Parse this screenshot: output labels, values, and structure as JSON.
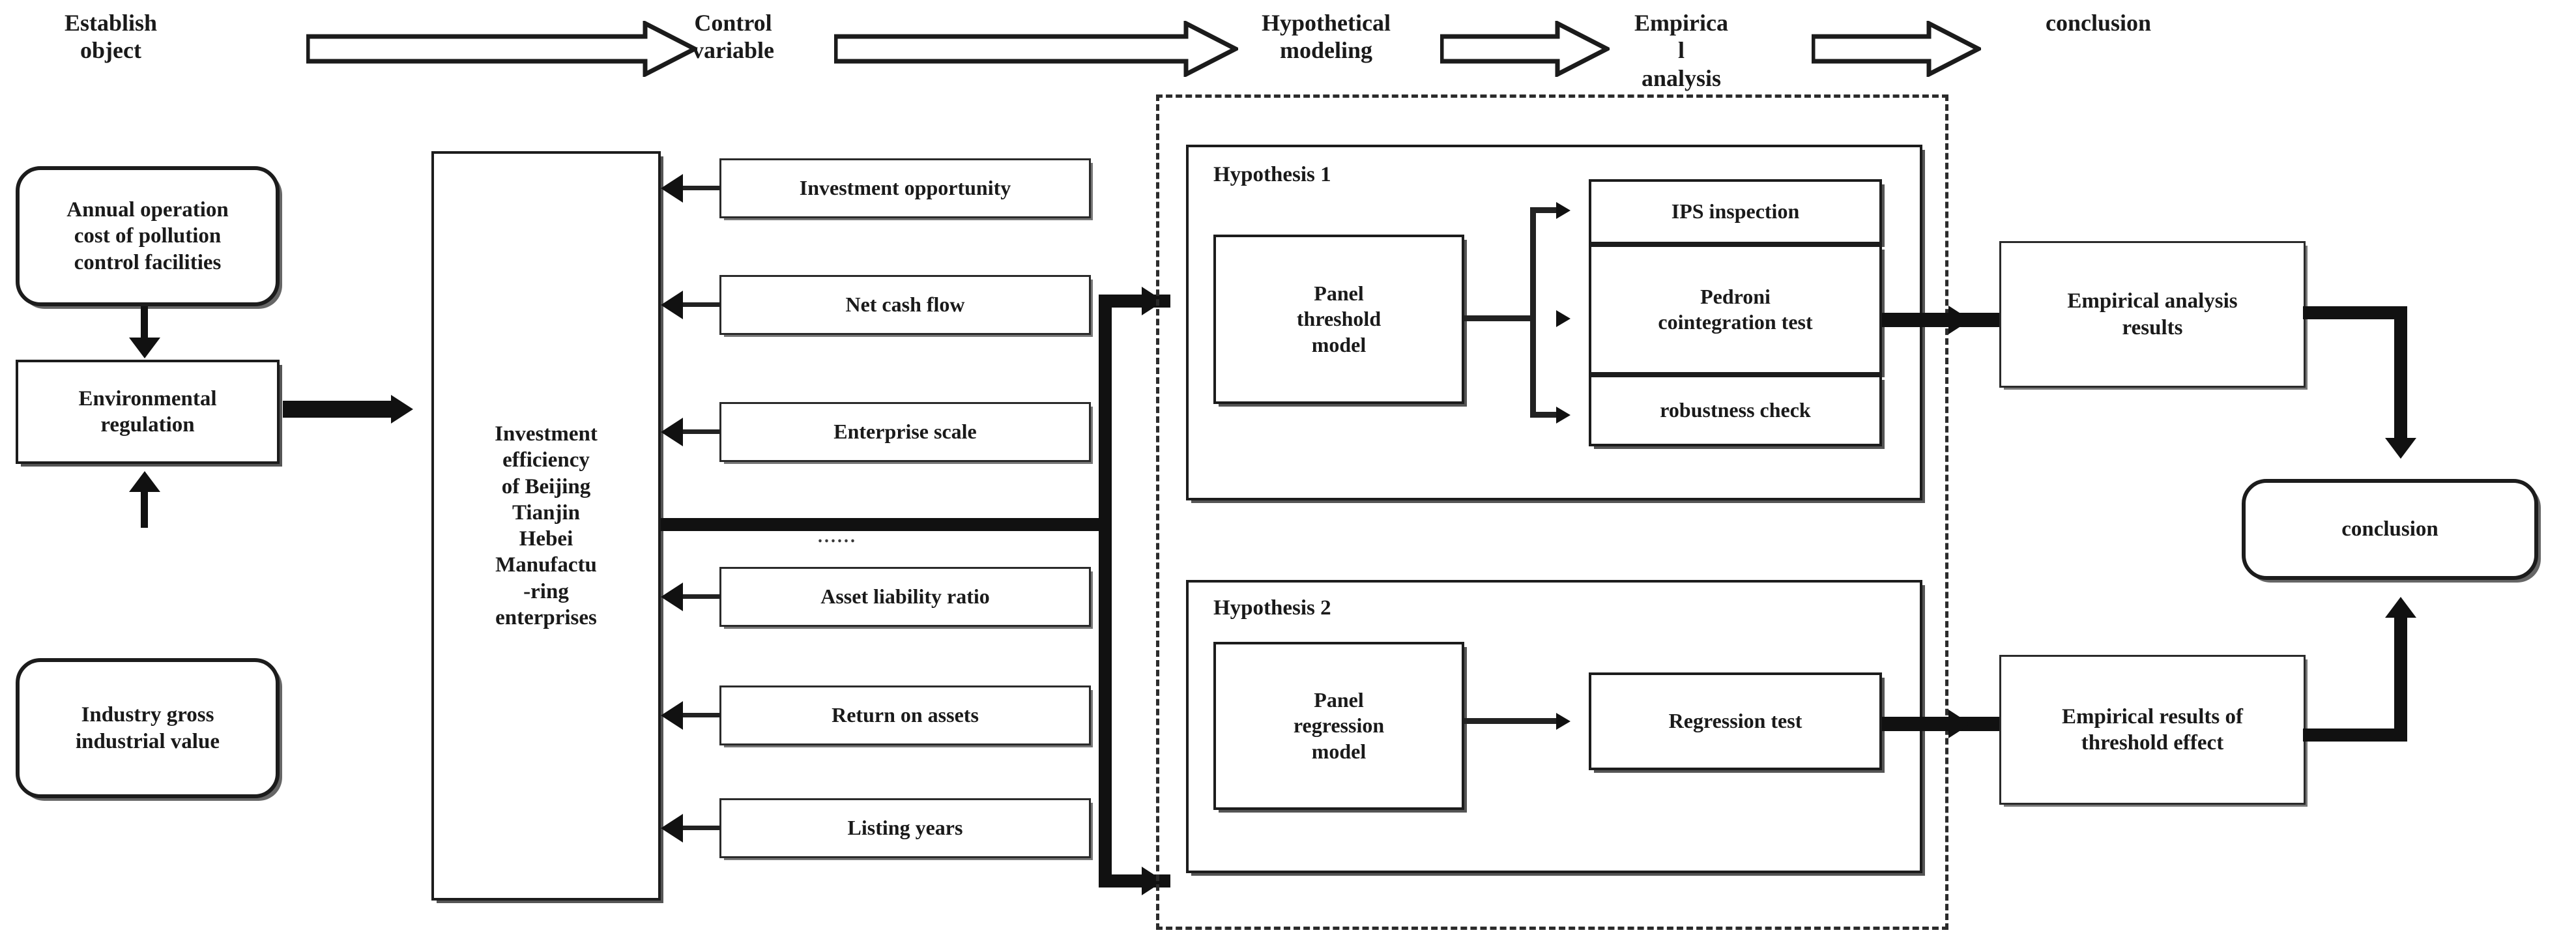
{
  "diagram": {
    "title": "Research framework flowchart",
    "header_steps": [
      {
        "id": "establish-object",
        "label": "Establish\nobject"
      },
      {
        "id": "control-variable",
        "label": "Control\nvariable"
      },
      {
        "id": "hypothetical-modeling",
        "label": "Hypothetical\nmodeling"
      },
      {
        "id": "empirical-analysis",
        "label": "Empirica\nl\nanalysis"
      },
      {
        "id": "conclusion",
        "label": "conclusion"
      }
    ],
    "header_steps_flat": {
      "s0": "Establish object",
      "s0_l1": "Establish",
      "s0_l2": "object",
      "s1_l1": "Control",
      "s1_l2": "variable",
      "s2_l1": "Hypothetical",
      "s2_l2": "modeling",
      "s3_l1": "Empirica",
      "s3_l2": "l",
      "s3_l3": "analysis",
      "s4": "conclusion"
    },
    "inputs": [
      {
        "id": "annual-operation-cost",
        "l1": "Annual operation",
        "l2": "cost of pollution",
        "l3": "control facilities",
        "shape": "rounded"
      },
      {
        "id": "environmental-regulation",
        "l1": "Environmental",
        "l2": "regulation",
        "shape": "rect"
      },
      {
        "id": "industry-gross-industrial-value",
        "l1": "Industry gross",
        "l2": "industrial value",
        "shape": "rounded"
      }
    ],
    "subject": {
      "id": "investment-efficiency",
      "lines": [
        "Investment",
        "efficiency",
        "of Beijing",
        "Tianjin",
        "Hebei",
        "Manufactu",
        "-ring",
        "enterprises"
      ],
      "text": "Investment efficiency of Beijing Tianjin Hebei Manufactu -ring enterprises"
    },
    "control_variables_top": [
      {
        "id": "investment-opportunity",
        "label": "Investment opportunity"
      },
      {
        "id": "net-cash-flow",
        "label": "Net cash flow"
      },
      {
        "id": "enterprise-scale",
        "label": "Enterprise scale"
      }
    ],
    "ellipsis": "......",
    "control_variables_bottom": [
      {
        "id": "asset-liability-ratio",
        "label": "Asset liability ratio"
      },
      {
        "id": "return-on-assets",
        "label": "Return on assets"
      },
      {
        "id": "listing-years",
        "label": "Listing years"
      }
    ],
    "hypothesis_1": {
      "group_label": "Hypothesis 1",
      "model": {
        "id": "panel-threshold-model",
        "l1": "Panel",
        "l2": "threshold",
        "l3": "model"
      },
      "tests": [
        {
          "id": "ips-inspection",
          "l1": "IPS inspection",
          "l2": ""
        },
        {
          "id": "pedroni-cointegration-test",
          "l1": "Pedroni",
          "l2": "cointegration test"
        },
        {
          "id": "robustness-check",
          "l1": "robustness check",
          "l2": ""
        }
      ]
    },
    "hypothesis_2": {
      "group_label": "Hypothesis 2",
      "model": {
        "id": "panel-regression-model",
        "l1": "Panel",
        "l2": "regression",
        "l3": "model"
      },
      "tests": [
        {
          "id": "regression-test",
          "l1": "Regression test",
          "l2": ""
        }
      ]
    },
    "results": [
      {
        "id": "empirical-analysis-results",
        "l1": "Empirical analysis",
        "l2": "results"
      },
      {
        "id": "empirical-results-threshold-effect",
        "l1": "Empirical results of",
        "l2": "threshold effect"
      }
    ],
    "final": {
      "id": "conclusion-node",
      "label": "conclusion"
    },
    "colors": {
      "stroke": "#1c1c1c",
      "shadow": "#666666",
      "background": "#ffffff",
      "text": "#1a1a1a"
    }
  }
}
